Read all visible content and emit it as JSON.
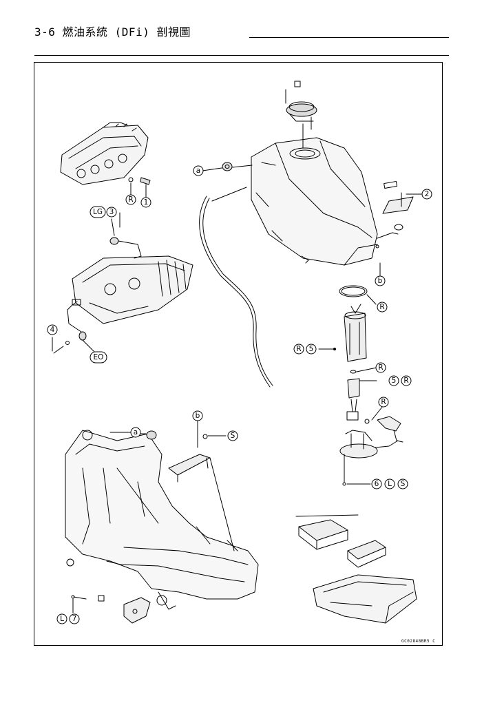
{
  "header": {
    "title": "3-6 燃油系統 (DFi) 剖視圖"
  },
  "figure": {
    "code": "GC02848BR5 C",
    "labels": {
      "a_top": "a",
      "a_frame": "a",
      "b_tank": "b",
      "b_frame": "b",
      "r_head": "R",
      "one": "1",
      "lg": "LG",
      "three": "3",
      "four": "4",
      "eo": "EO",
      "two": "2",
      "r_oring": "R",
      "r_left5": "R",
      "five_left": "5",
      "r_small": "R",
      "five_right": "5",
      "r_right5": "R",
      "r_clip": "R",
      "s_frame": "S",
      "six": "6",
      "l_six": "L",
      "s_six": "S",
      "l_seven": "L",
      "seven": "7"
    }
  }
}
